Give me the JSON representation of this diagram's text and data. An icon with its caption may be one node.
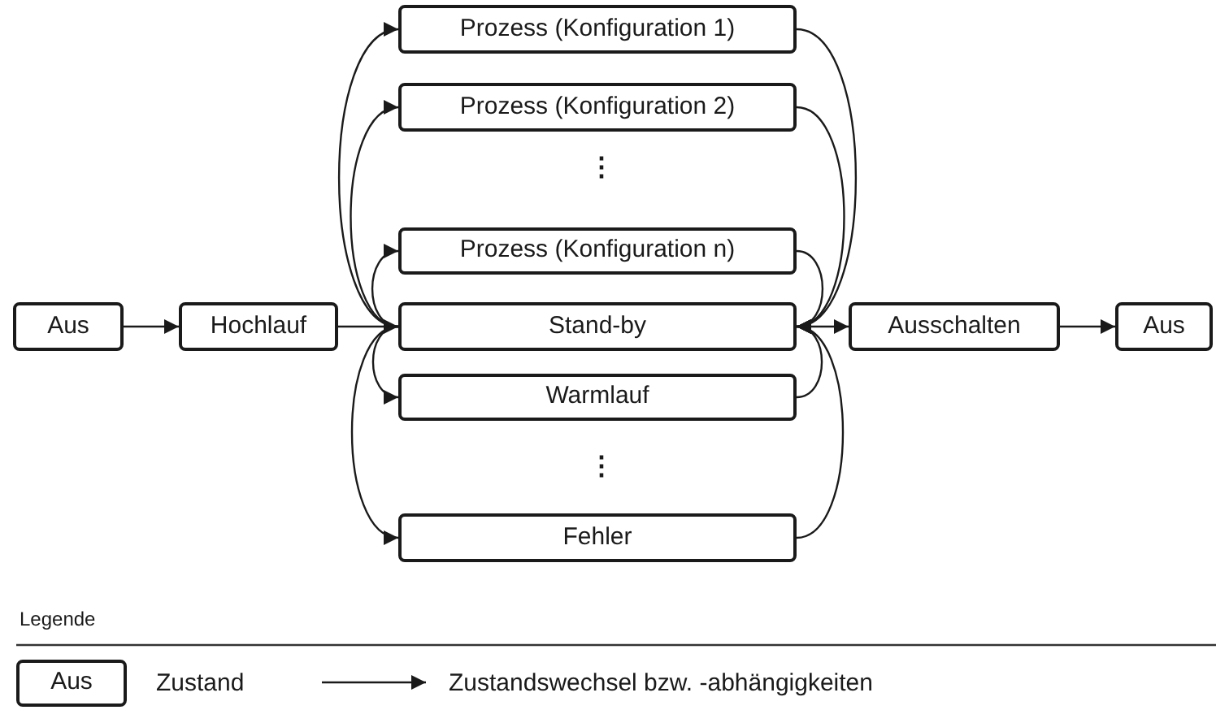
{
  "diagram": {
    "nodes": [
      {
        "text": [
          "Aus"
        ]
      },
      {
        "text": [
          "Hochlauf"
        ]
      },
      {
        "text": [
          "Prozess (Konfiguration 1)"
        ]
      },
      {
        "text": [
          "Prozess (Konfiguration 2)"
        ]
      },
      {
        "text": [
          "Prozess (Konfiguration n)"
        ]
      },
      {
        "text": [
          "Stand-by"
        ]
      },
      {
        "text": [
          "Warmlauf"
        ]
      },
      {
        "text": [
          "Fehler"
        ]
      },
      {
        "text": [
          "Ausschalten"
        ]
      },
      {
        "text": [
          "Aus"
        ]
      }
    ],
    "edges": [
      {
        "from": 0,
        "to": 1,
        "arrow": "to"
      },
      {
        "from": 1,
        "to": 5,
        "arrow": "to"
      },
      {
        "from": 5,
        "to": 2,
        "arrow": "to"
      },
      {
        "from": 5,
        "to": 3,
        "arrow": "to"
      },
      {
        "from": 5,
        "to": 4,
        "arrow": "to"
      },
      {
        "from": 5,
        "to": 6,
        "arrow": "to"
      },
      {
        "from": 5,
        "to": 7,
        "arrow": "to"
      },
      {
        "from": 2,
        "to": 5,
        "arrow": "to"
      },
      {
        "from": 3,
        "to": 5,
        "arrow": "to"
      },
      {
        "from": 4,
        "to": 5,
        "arrow": "to"
      },
      {
        "from": 6,
        "to": 5,
        "arrow": "to"
      },
      {
        "from": 7,
        "to": 5,
        "arrow": "to"
      },
      {
        "from": 5,
        "to": 8,
        "arrow": "to"
      },
      {
        "from": 8,
        "to": 9,
        "arrow": "to"
      }
    ],
    "labels": [
      "⋮",
      "⋮",
      "Legende",
      "Aus"
    ],
    "legend": [
      {
        "text": "Zustand"
      },
      {
        "text": "Zustandswechsel bzw. -abhängigkeiten"
      }
    ]
  }
}
